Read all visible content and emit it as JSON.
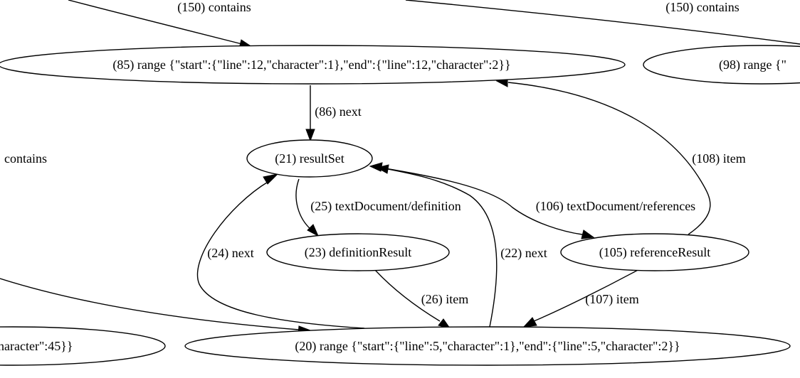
{
  "nodes": {
    "range85": "(85) range {\"start\":{\"line\":12,\"character\":1},\"end\":{\"line\":12,\"character\":2}}",
    "range98": "(98) range {\"",
    "resultSet": "(21) resultSet",
    "definitionResult": "(23) definitionResult",
    "referenceResult": "(105) referenceResult",
    "range20": "(20) range {\"start\":{\"line\":5,\"character\":1},\"end\":{\"line\":5,\"character\":2}}",
    "leftRangeFragment": "haracter\":45}}"
  },
  "edges": {
    "contains150a": "(150) contains",
    "contains150b": "(150) contains",
    "containsLeft": "contains",
    "next86": "(86) next",
    "item108": "(108) item",
    "textDocDefinition25": "(25) textDocument/definition",
    "textDocReferences106": "(106) textDocument/references",
    "next24": "(24) next",
    "next22": "(22) next",
    "item26": "(26) item",
    "item107": "(107) item"
  }
}
